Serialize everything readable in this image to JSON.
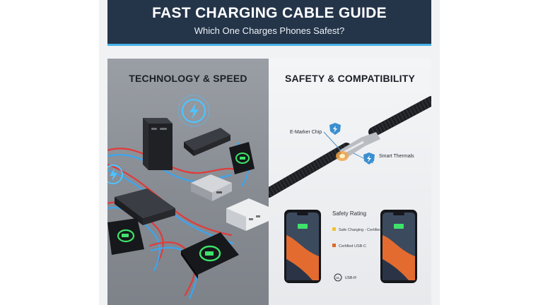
{
  "header": {
    "title": "FAST CHARGING CABLE GUIDE",
    "subtitle": "Which One Charges Phones Safest?"
  },
  "left_panel": {
    "title": "TECHNOLOGY & SPEED"
  },
  "right_panel": {
    "title": "SAFETY & COMPATIBILITY",
    "callouts": {
      "emarker": "E-Marker Chip",
      "thermals": "Smart Thermals"
    },
    "rating": {
      "title": "Safety Rating",
      "items": [
        {
          "label": "Safe Charging - Certified",
          "color": "#f2c230"
        },
        {
          "label": "Certified USB-C",
          "color": "#e0672a"
        }
      ],
      "logos": [
        "UL",
        "USB-IF"
      ]
    }
  },
  "colors": {
    "banner": "#243449",
    "accent": "#48b3e8",
    "charge_green": "#3ee36a",
    "cable_red": "#e23a3a",
    "cable_blue": "#3aa6f0"
  }
}
